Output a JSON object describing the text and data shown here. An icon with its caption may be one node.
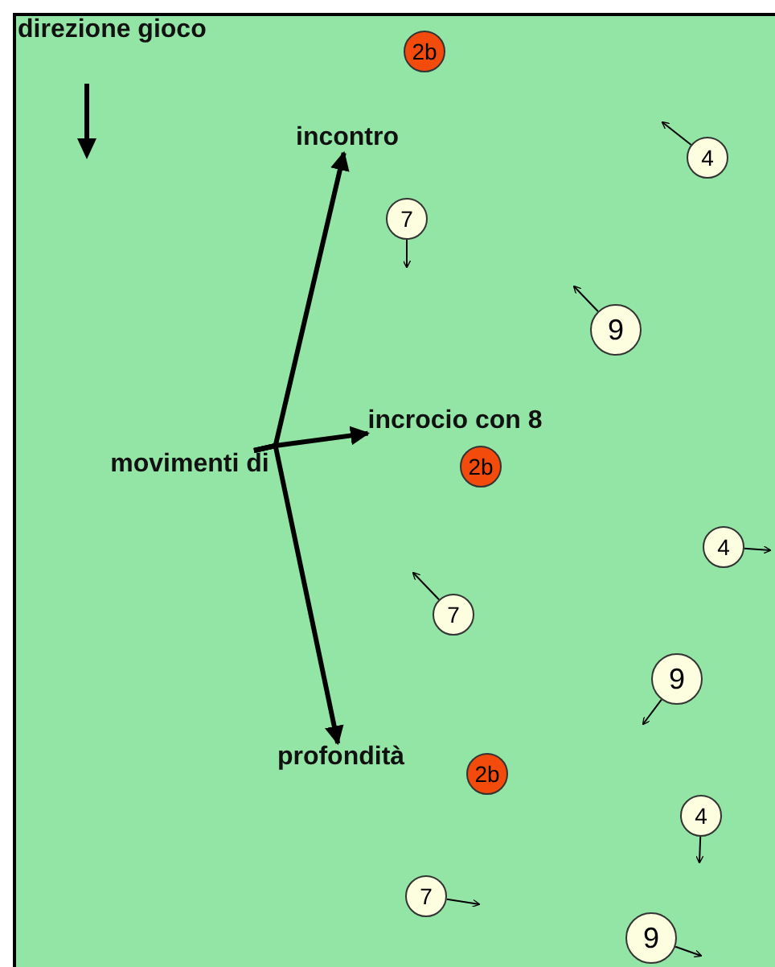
{
  "diagram": {
    "nodes": [
      {
        "text": [
          "2b"
        ]
      },
      {
        "text": [
          "incontro"
        ]
      },
      {
        "text": [
          "4"
        ]
      },
      {
        "text": [
          "7"
        ]
      },
      {
        "text": [
          "9"
        ]
      },
      {
        "text": [
          "incrocio con 8"
        ]
      },
      {
        "text": [
          "movimenti di"
        ]
      },
      {
        "text": [
          "2b"
        ]
      },
      {
        "text": [
          "4"
        ]
      },
      {
        "text": [
          "7"
        ]
      },
      {
        "text": [
          "9"
        ]
      },
      {
        "text": [
          "profondità"
        ]
      },
      {
        "text": [
          "2b"
        ]
      },
      {
        "text": [
          "4"
        ]
      },
      {
        "text": [
          "7"
        ]
      },
      {
        "text": [
          "9"
        ]
      }
    ],
    "edges": [
      {
        "from": 6,
        "to": 1,
        "arrow": "to",
        "style": "thick"
      },
      {
        "from": 6,
        "to": 5,
        "arrow": "to",
        "style": "thick"
      },
      {
        "from": 6,
        "to": 11,
        "arrow": "to",
        "style": "thick"
      },
      {
        "from": 2,
        "to": null,
        "arrow": "to"
      },
      {
        "from": 3,
        "to": null,
        "arrow": "to"
      },
      {
        "from": 4,
        "to": null,
        "arrow": "to"
      },
      {
        "from": 8,
        "to": null,
        "arrow": "to"
      },
      {
        "from": 9,
        "to": null,
        "arrow": "to"
      },
      {
        "from": 10,
        "to": null,
        "arrow": "to"
      },
      {
        "from": 13,
        "to": null,
        "arrow": "to"
      },
      {
        "from": 14,
        "to": null,
        "arrow": "to"
      },
      {
        "from": 15,
        "to": null,
        "arrow": "to"
      }
    ],
    "labels": [
      "direzione gioco"
    ]
  }
}
